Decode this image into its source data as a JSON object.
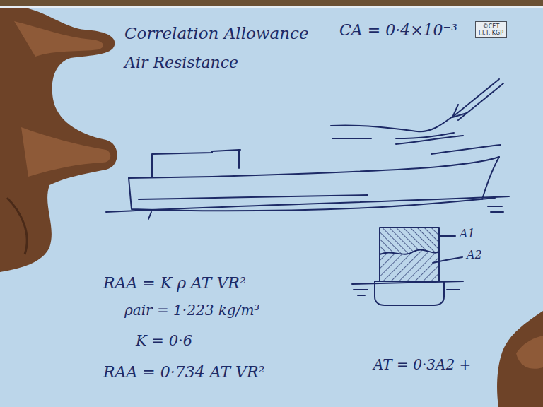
{
  "diagram": {
    "nodes": [
      {
        "text": [
          "©CET",
          "I.I.T. KGP"
        ]
      }
    ],
    "labels": [
      "Correlation Allowance",
      "CA = 0·4×10⁻³",
      "Air Resistance",
      "A1",
      "A2",
      "RAA = K ρ AT VR²",
      "ρair = 1·223 kg/m³",
      "K = 0·6",
      "RAA = 0·734 AT VR²",
      "AT = 0·3A2 +"
    ]
  }
}
